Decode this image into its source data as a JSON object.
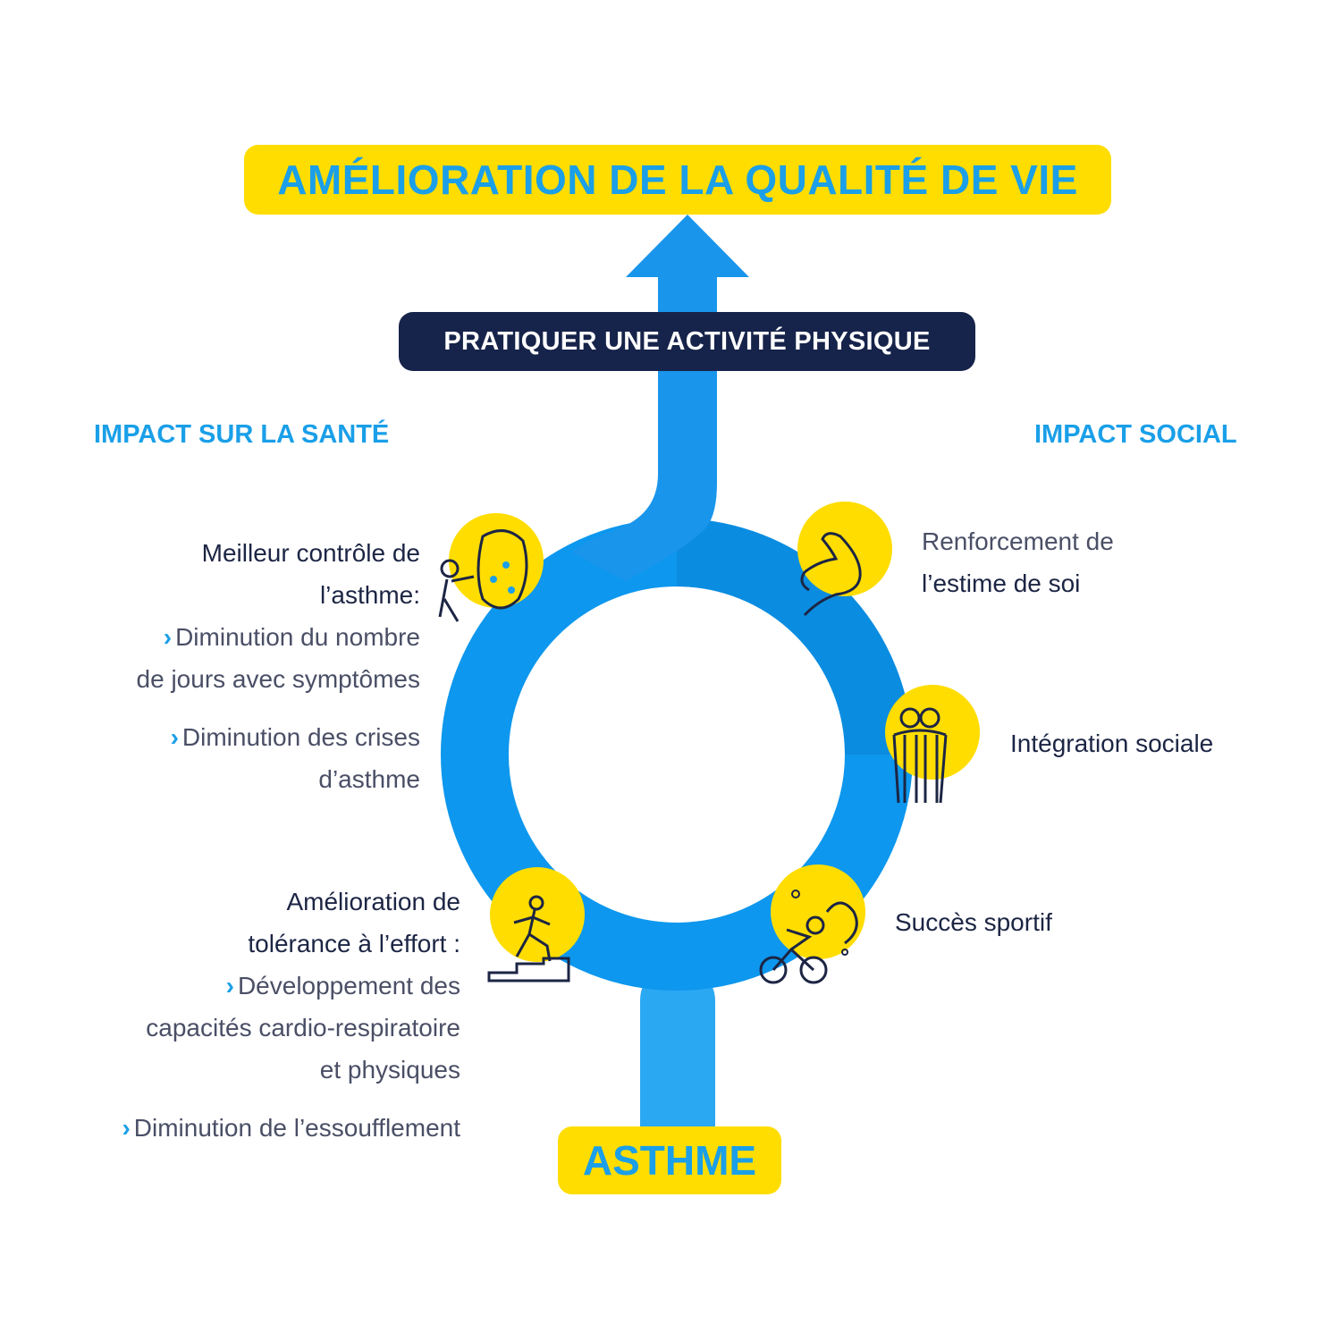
{
  "title": "AMÉLIORATION DE LA QUALITÉ DE VIE",
  "action": "PRATIQUER UNE ACTIVITÉ PHYSIQUE",
  "source": "ASTHME",
  "sections": {
    "health": "IMPACT SUR LA SANTÉ",
    "social": "IMPACT SOCIAL"
  },
  "health": {
    "control": {
      "head_1": "Meilleur contrôle de",
      "head_2": "l’asthme:",
      "b1_line1": "Diminution du nombre",
      "b1_line2": "de jours avec symptômes",
      "b2_line1": "Diminution des crises",
      "b2_line2": "d’asthme"
    },
    "effort": {
      "head_1": "Amélioration de",
      "head_2": "tolérance à l’effort :",
      "b1_line1": "Développement des",
      "b1_line2": "capacités cardio-respiratoire",
      "b1_line3": "et physiques",
      "b2_line1": "Diminution de l’essoufflement"
    }
  },
  "social": {
    "esteem_line1": "Renforcement de",
    "esteem_line2": "l’estime de soi",
    "integration": "Intégration sociale",
    "success": "Succès sportif"
  },
  "icons": [
    "lungs-doctor-icon",
    "stairs-climber-icon",
    "flexed-arm-icon",
    "friends-icon",
    "cyclist-icon"
  ],
  "colors": {
    "yellow": "#ffdd00",
    "blue": "#1a9fe8",
    "ring_blue": "#0b90e8",
    "light_blue": "#2aa8f2",
    "navy": "#16234a"
  }
}
